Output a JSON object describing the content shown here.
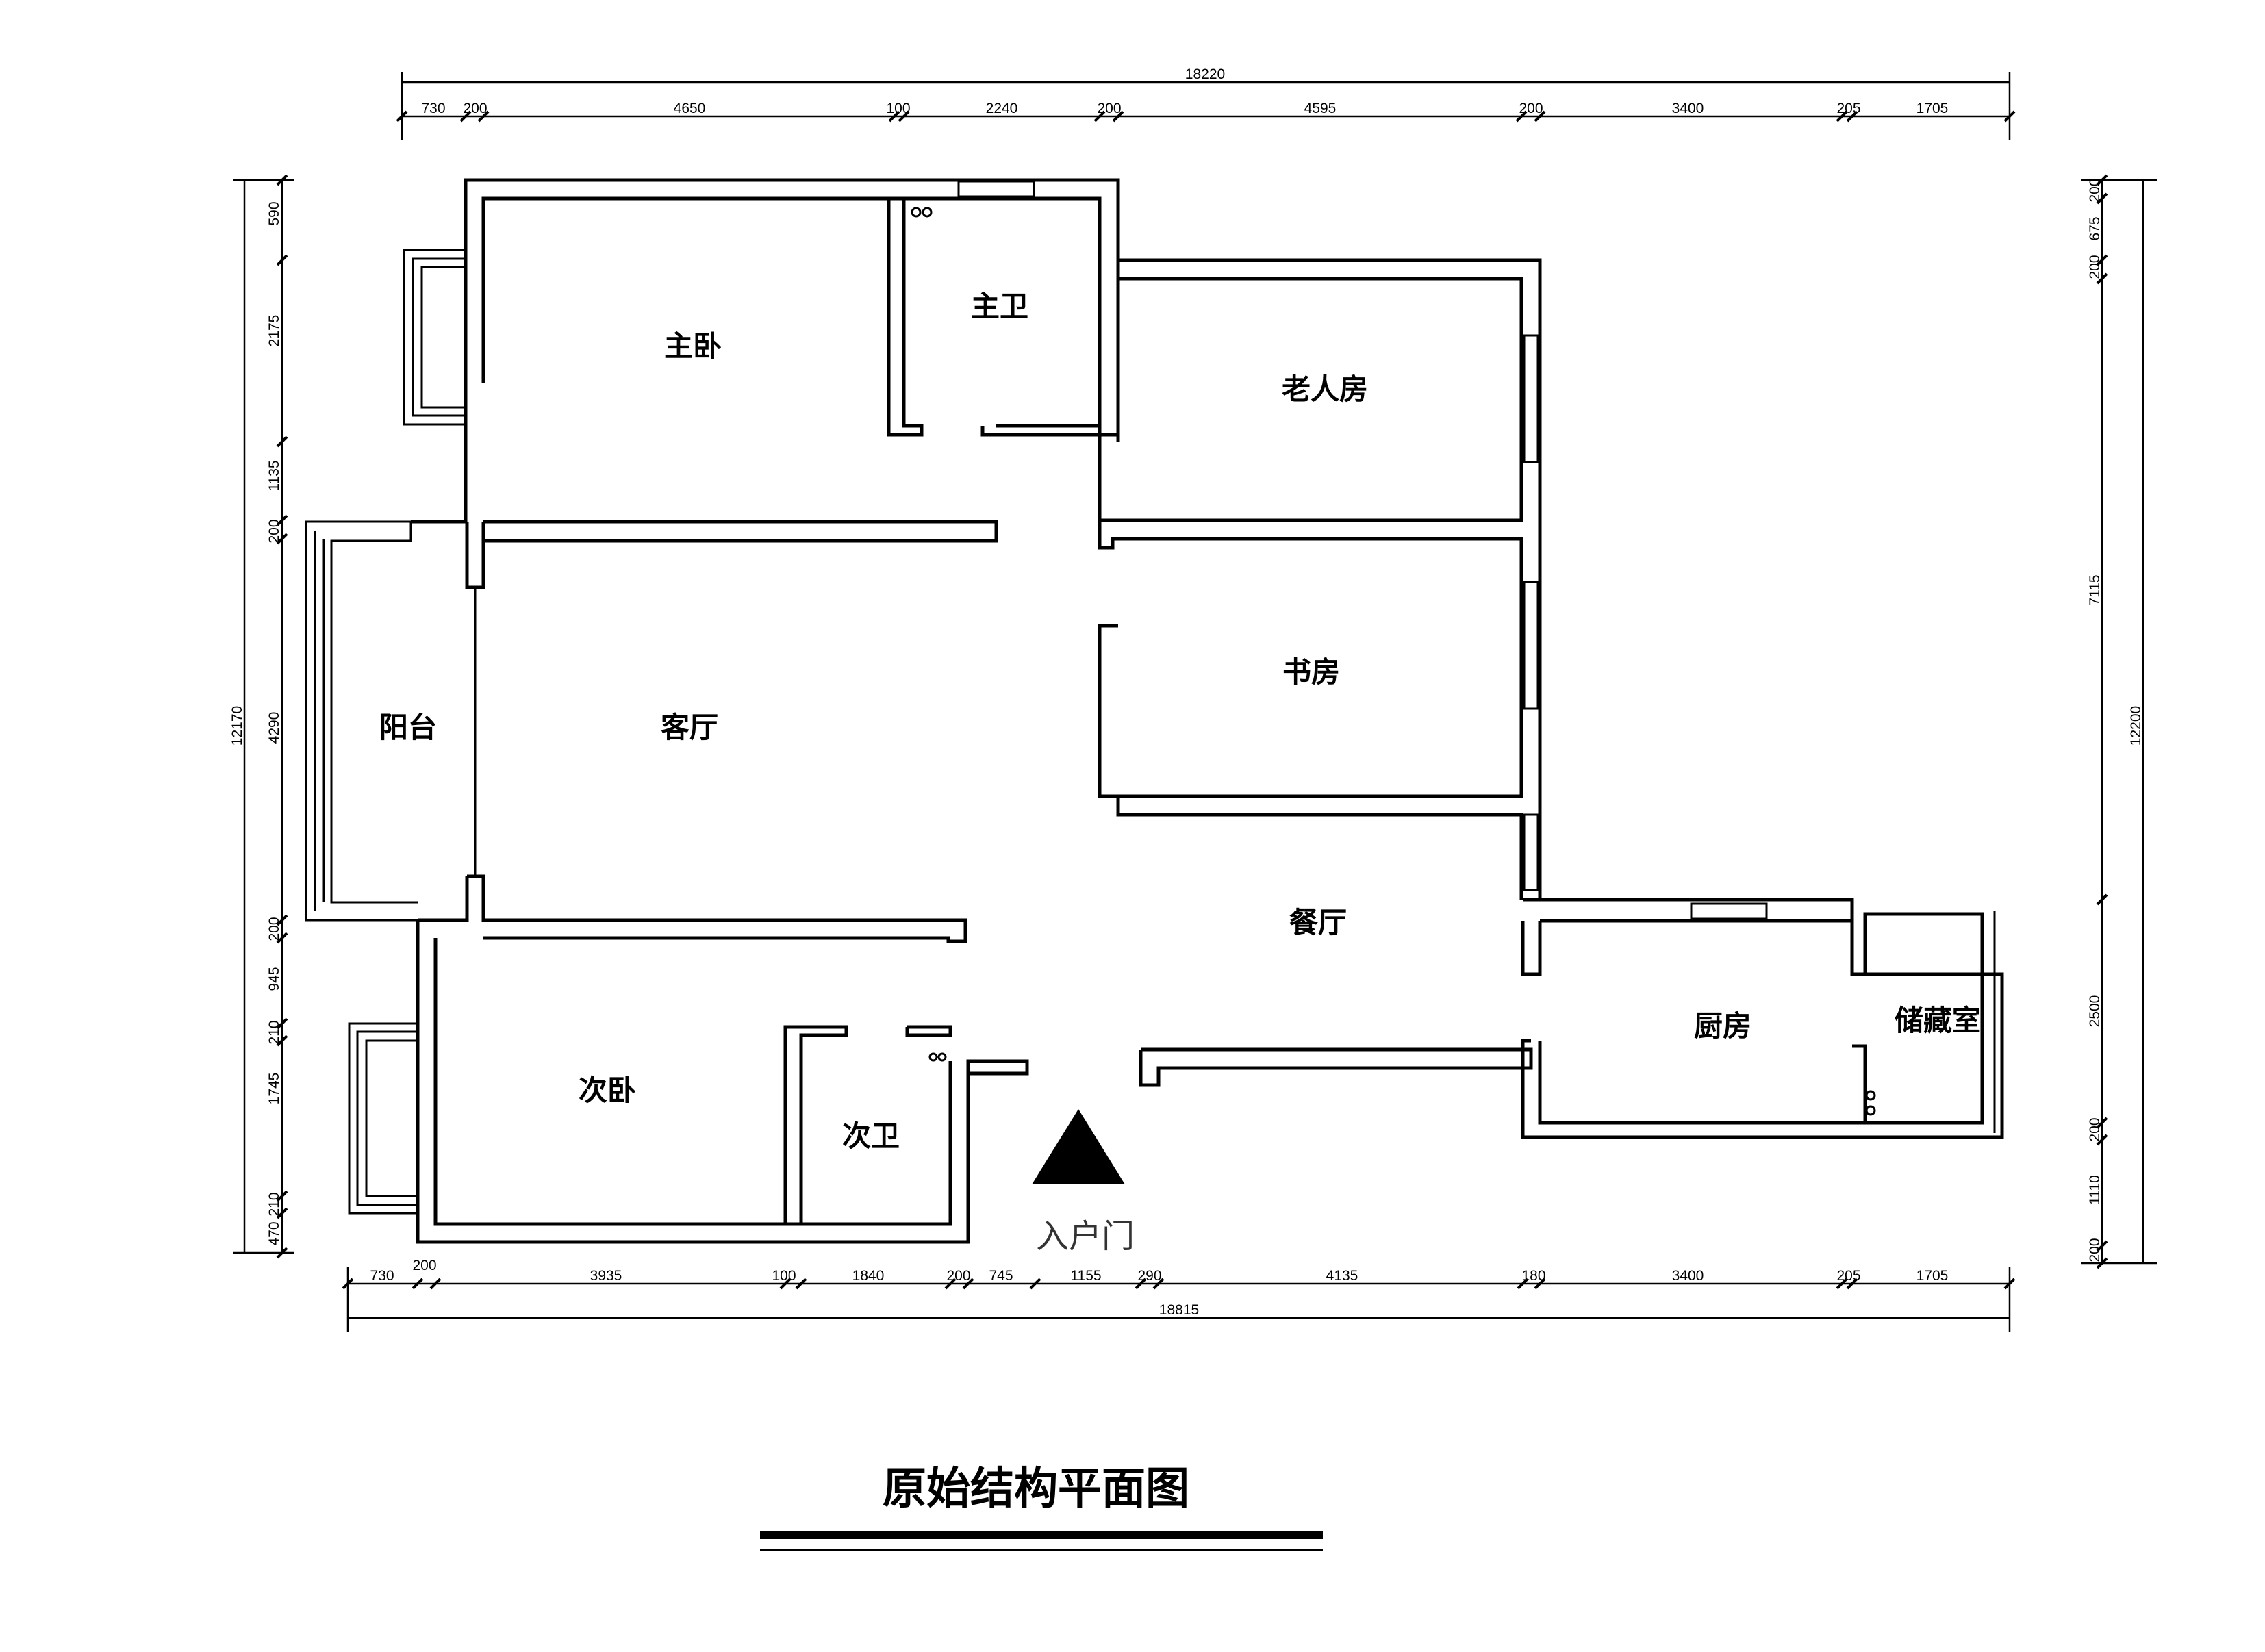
{
  "title": "原始结构平面图",
  "entrance_label": "入户门",
  "rooms": {
    "master_bedroom": "主卧",
    "master_bath": "主卫",
    "elder_room": "老人房",
    "balcony": "阳台",
    "living_room": "客厅",
    "study": "书房",
    "dining_room": "餐厅",
    "second_bedroom": "次卧",
    "second_bath": "次卫",
    "kitchen": "厨房",
    "storage": "储藏室"
  },
  "dimensions": {
    "top_total": "18220",
    "top": [
      "730",
      "200",
      "4650",
      "100",
      "2240",
      "200",
      "4595",
      "200",
      "3400",
      "205",
      "1705"
    ],
    "bottom_total": "18815",
    "bottom": [
      "730",
      "200",
      "3935",
      "100",
      "1840",
      "200",
      "745",
      "1155",
      "290",
      "4135",
      "180",
      "3400",
      "205",
      "1705"
    ],
    "left_total": "12170",
    "left": [
      "590",
      "2175",
      "1135",
      "200",
      "4290",
      "200",
      "945",
      "210",
      "1745",
      "210",
      "470"
    ],
    "right_total": "12200",
    "right": [
      "200",
      "675",
      "200",
      "7115",
      "2500",
      "200",
      "1110",
      "200"
    ]
  }
}
